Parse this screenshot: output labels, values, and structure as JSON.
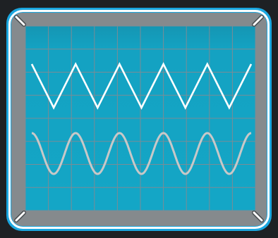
{
  "colors": {
    "outer_frame": "#1e2124",
    "bezel_ring": "#1aa7e0",
    "bezel_ring_inner": "#ffffff",
    "inner_frame": "#858a8d",
    "screen": "#14a2c2",
    "screen_top": "#1494b0",
    "grid": "#7a8c96",
    "triangle_trace": "#ffffff",
    "sine_trace": "#c8c8c8",
    "corner_mark": "#ffffff"
  },
  "icons": {
    "corner": "corner-tick-icon"
  },
  "traces": [
    {
      "name": "triangle-wave",
      "shape": "triangle",
      "cycles": 5
    },
    {
      "name": "sine-wave",
      "shape": "sine",
      "cycles": 5
    }
  ]
}
